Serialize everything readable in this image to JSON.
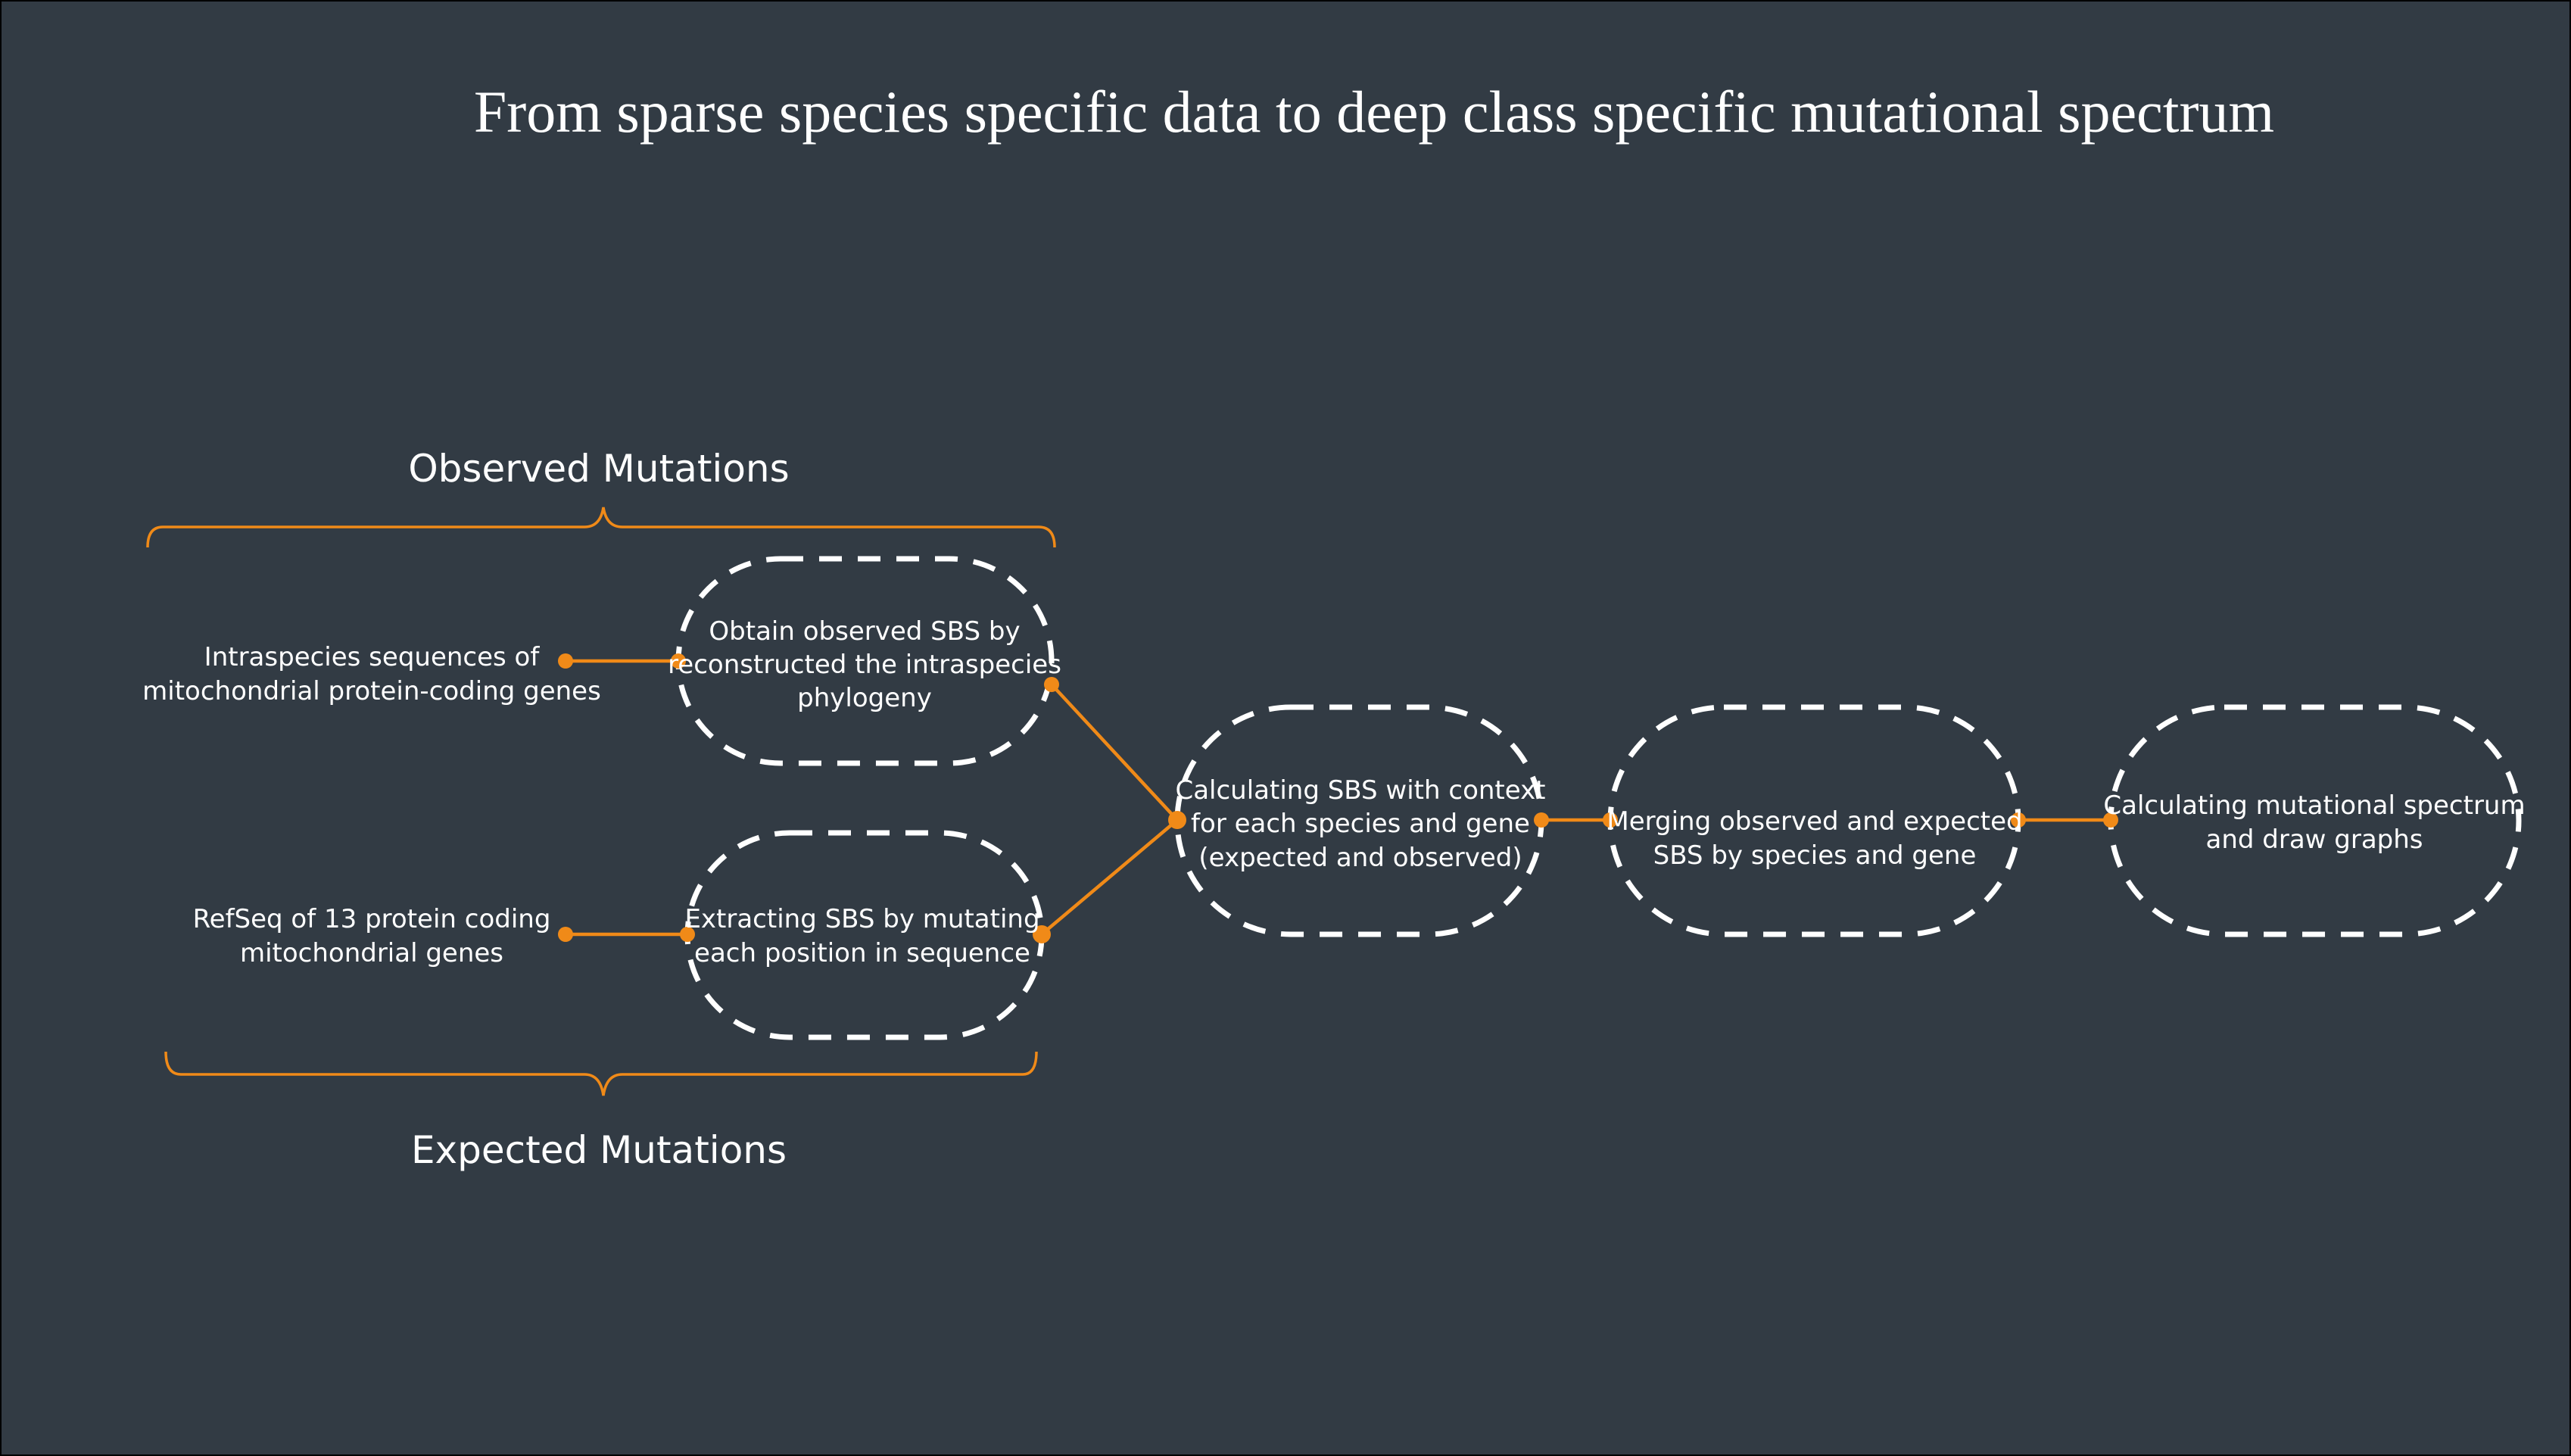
{
  "title": "From sparse species specific data to deep class specific mutational spectrum",
  "colors": {
    "background": "#323b44",
    "connector": "#f08a18",
    "node_border": "#ffffff",
    "text": "#ffffff"
  },
  "groups": {
    "observed": "Observed Mutations",
    "expected": "Expected Mutations"
  },
  "inputs": {
    "intraspecies": {
      "line1": "Intraspecies sequences of",
      "line2": "mitochondrial protein-coding genes"
    },
    "refseq": {
      "line1": "RefSeq of 13 protein coding",
      "line2": "mitochondrial genes"
    }
  },
  "steps": {
    "observed_sbs": {
      "line1": "Obtain observed SBS by",
      "line2": "reconstructed the intraspecies",
      "line3": "phylogeny"
    },
    "expected_sbs": {
      "line1": "Extracting SBS by mutating",
      "line2": "each position in sequence"
    },
    "context_sbs": {
      "line1": "Calculating SBS with context",
      "line2": "for each species and gene",
      "line3": "(expected and observed)"
    },
    "merge": {
      "line1": "Merging observed and expected",
      "line2": "SBS by species and gene"
    },
    "spectrum": {
      "line1": "Calculating mutational spectrum",
      "line2": "and draw graphs"
    }
  }
}
